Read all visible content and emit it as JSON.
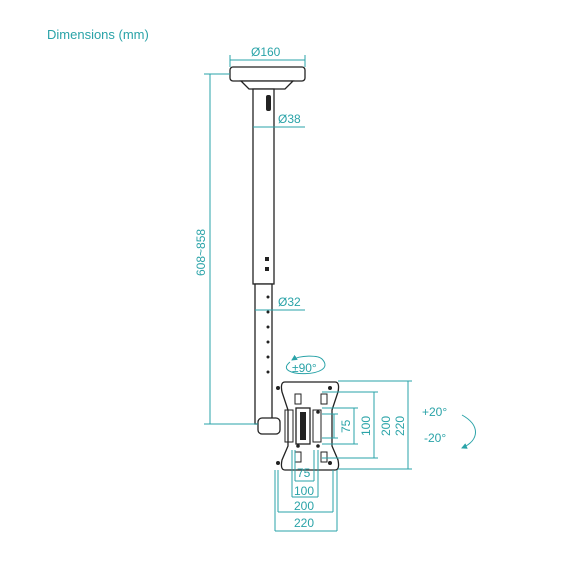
{
  "header": {
    "title": "Dimensions (mm)"
  },
  "dimensions": {
    "top_plate_diameter": "Ø160",
    "upper_pole_diameter": "Ø38",
    "lower_pole_diameter": "Ø32",
    "height_range": "608~858",
    "swivel": "±90°",
    "vesa_h_small": "75",
    "vesa_h_medium": "100",
    "vesa_h_large": "200",
    "plate_width": "220",
    "vesa_v_small": "75",
    "vesa_v_medium": "100",
    "vesa_v_large": "200",
    "plate_height": "220",
    "tilt_up": "+20°",
    "tilt_down": "-20°"
  },
  "colors": {
    "accent": "#2aa3a8",
    "line": "#222222"
  }
}
